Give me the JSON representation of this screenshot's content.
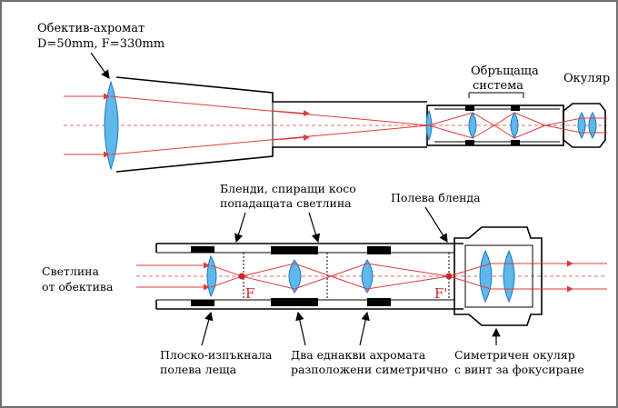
{
  "top_diagram": {
    "objective_label_line1": "Обектив-ахромат",
    "objective_label_line2": "D=50mm, F=330mm",
    "relay_label_line1": "Обръщаща",
    "relay_label_line2": "система",
    "eyepiece_label": "Окуляр"
  },
  "bottom_diagram": {
    "baffles_label_line1": "Бленди, спиращи косо",
    "baffles_label_line2": "попадащата светлина",
    "field_stop_label": "Полева бленда",
    "light_label_line1": "Светлина",
    "light_label_line2": "от обектива",
    "field_lens_label_line1": "Плоско-изпъкнала",
    "field_lens_label_line2": "полева леща",
    "achromats_label_line1": "Два еднакви ахромата",
    "achromats_label_line2": "разположени симетрично",
    "eyepiece_label_line1": "Симетричен окуляр",
    "eyepiece_label_line2": "с винт за фокусиране",
    "focus_label_1": "F",
    "focus_label_2": "F'"
  },
  "colors": {
    "ray": "#e23a3a",
    "lens_fill": "#5fb7ea",
    "lens_edge": "#1a78c2",
    "frame": "#6f6f6f"
  }
}
